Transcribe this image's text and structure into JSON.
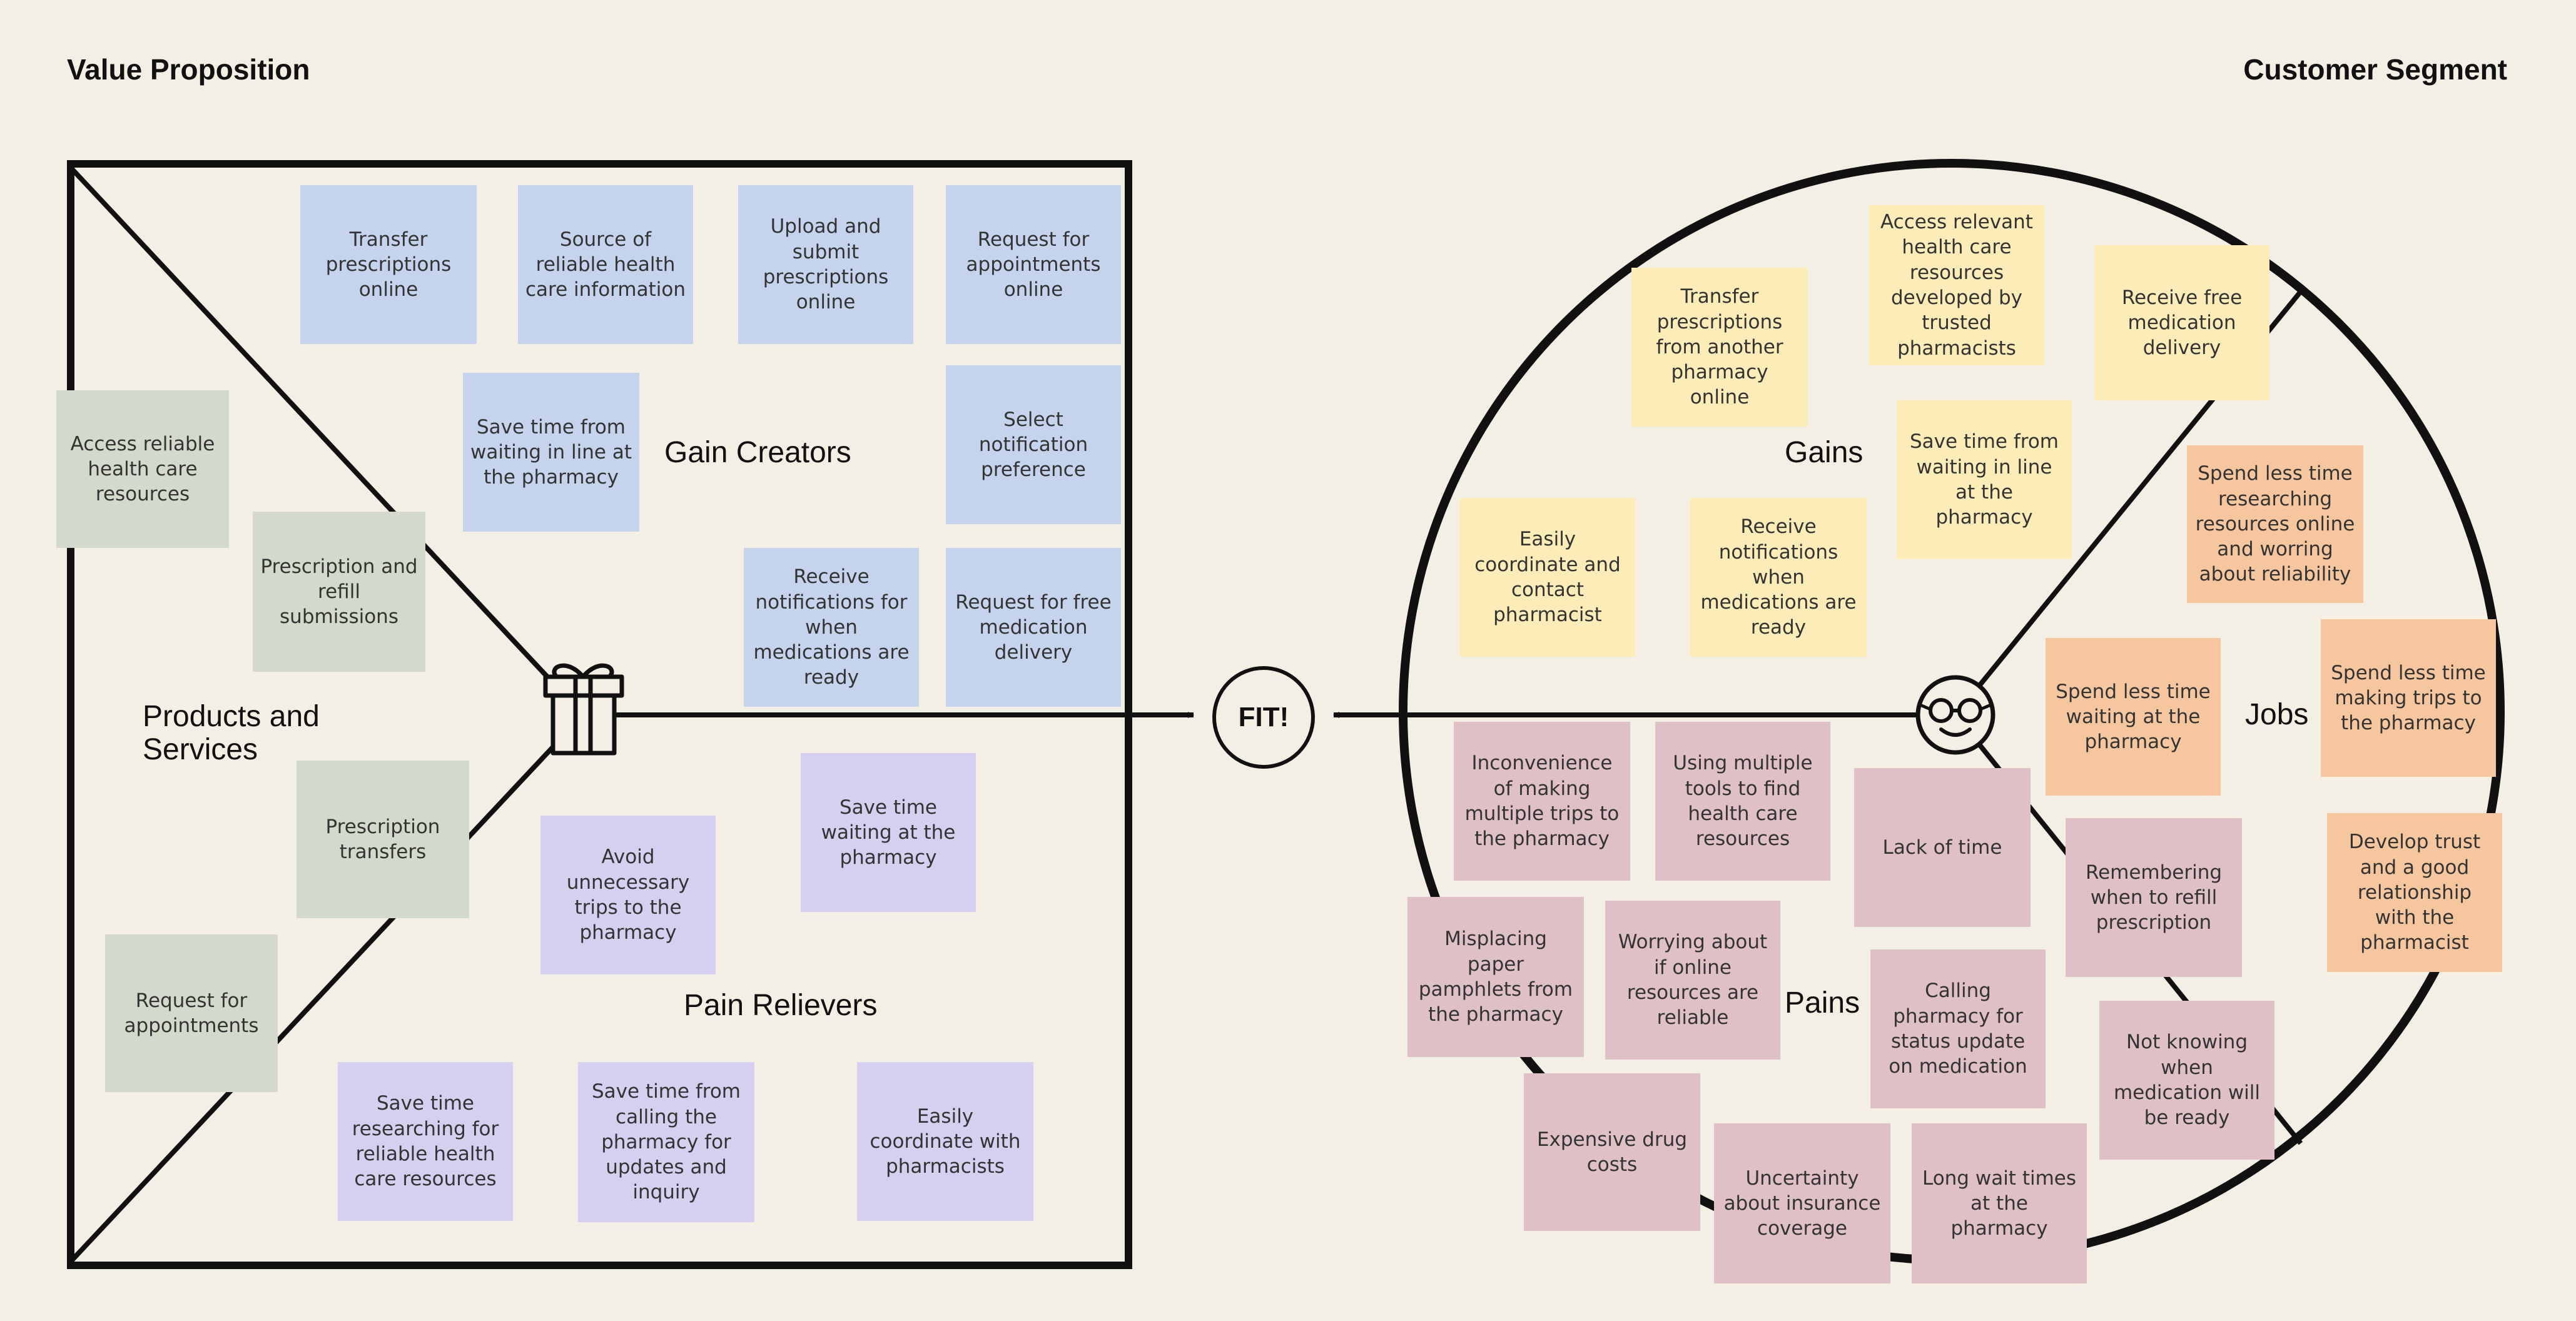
{
  "headers": {
    "value_proposition": "Value Proposition",
    "customer_segment": "Customer Segment"
  },
  "sections": {
    "gain_creators": "Gain Creators",
    "products_and_services": "Products and Services",
    "pain_relievers": "Pain Relievers",
    "gains": "Gains",
    "jobs": "Jobs",
    "pains": "Pains"
  },
  "fit_label": "FIT!",
  "colors": {
    "gain_creator_note": "#c5d3ec",
    "product_note": "#d4dacb",
    "pain_reliever_note": "#d5cff0",
    "gain_note": "#fcecb7",
    "job_note": "#f6c79e",
    "pain_note": "#dec0c6",
    "line": "#111111",
    "background": "#f4efe4"
  },
  "icons": {
    "products_and_services": "gift-icon",
    "customer": "glasses-face-icon"
  },
  "gain_creators": [
    "Transfer prescriptions online",
    "Source of reliable health care information",
    "Upload and submit prescriptions online",
    "Request for appointments online",
    "Save time from waiting in line at the pharmacy",
    "Select notification preference",
    "Receive notifications for when medications are ready",
    "Request for free medication delivery"
  ],
  "products_and_services": [
    "Access reliable health care resources",
    "Prescription and refill submissions",
    "Prescription transfers",
    "Request for appointments"
  ],
  "pain_relievers": [
    "Save time waiting at the pharmacy",
    "Avoid unnecessary trips to the pharmacy",
    "Save time researching for reliable health care resources",
    "Save time from calling the pharmacy for updates and inquiry",
    "Easily coordinate with pharmacists"
  ],
  "gains": [
    "Access relevant health care resources developed by trusted pharmacists",
    "Transfer prescriptions from another pharmacy online",
    "Receive free medication delivery",
    "Save time from waiting in line at the pharmacy",
    "Easily coordinate and contact pharmacist",
    "Receive notifications when medications are ready"
  ],
  "jobs": [
    "Spend less time researching resources online and worring about reliability",
    "Spend less time waiting at the pharmacy",
    "Spend less time making trips to the pharmacy",
    "Develop trust and a good relationship with the pharmacist"
  ],
  "pains": [
    "Inconvenience of making multiple trips to the pharmacy",
    "Using multiple tools to find health care resources",
    "Lack of time",
    "Remembering when to refill prescription",
    "Misplacing paper pamphlets from the pharmacy",
    "Worrying about if online resources are reliable",
    "Calling pharmacy for status update on medication",
    "Not knowing when medication will be ready",
    "Expensive drug costs",
    "Uncertainty about insurance coverage",
    "Long wait times at the pharmacy"
  ]
}
